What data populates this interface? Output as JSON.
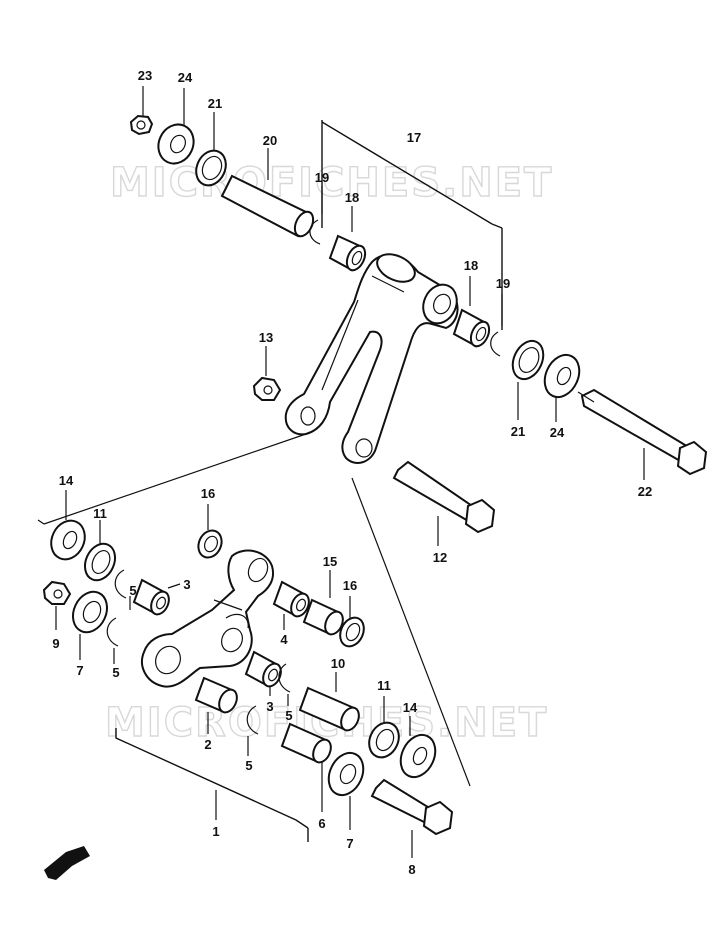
{
  "watermark": "MICROFICHES.NET",
  "callouts": [
    {
      "id": "c23",
      "text": "23"
    },
    {
      "id": "c24a",
      "text": "24"
    },
    {
      "id": "c21a",
      "text": "21"
    },
    {
      "id": "c20",
      "text": "20"
    },
    {
      "id": "c19a",
      "text": "19"
    },
    {
      "id": "c18a",
      "text": "18"
    },
    {
      "id": "c17",
      "text": "17"
    },
    {
      "id": "c18b",
      "text": "18"
    },
    {
      "id": "c19b",
      "text": "19"
    },
    {
      "id": "c13",
      "text": "13"
    },
    {
      "id": "c21b",
      "text": "21"
    },
    {
      "id": "c24b",
      "text": "24"
    },
    {
      "id": "c22",
      "text": "22"
    },
    {
      "id": "c14a",
      "text": "14"
    },
    {
      "id": "c11a",
      "text": "11"
    },
    {
      "id": "c16a",
      "text": "16"
    },
    {
      "id": "c12",
      "text": "12"
    },
    {
      "id": "c5a",
      "text": "5"
    },
    {
      "id": "c3a",
      "text": "3"
    },
    {
      "id": "c9",
      "text": "9"
    },
    {
      "id": "c7a",
      "text": "7"
    },
    {
      "id": "c5b",
      "text": "5"
    },
    {
      "id": "c15",
      "text": "15"
    },
    {
      "id": "c16b",
      "text": "16"
    },
    {
      "id": "c4",
      "text": "4"
    },
    {
      "id": "c3b",
      "text": "3"
    },
    {
      "id": "c10",
      "text": "10"
    },
    {
      "id": "c5c",
      "text": "5"
    },
    {
      "id": "c2",
      "text": "2"
    },
    {
      "id": "c5d",
      "text": "5"
    },
    {
      "id": "c11b",
      "text": "11"
    },
    {
      "id": "c14b",
      "text": "14"
    },
    {
      "id": "c1",
      "text": "1"
    },
    {
      "id": "c6",
      "text": "6"
    },
    {
      "id": "c7b",
      "text": "7"
    },
    {
      "id": "c8",
      "text": "8"
    }
  ]
}
